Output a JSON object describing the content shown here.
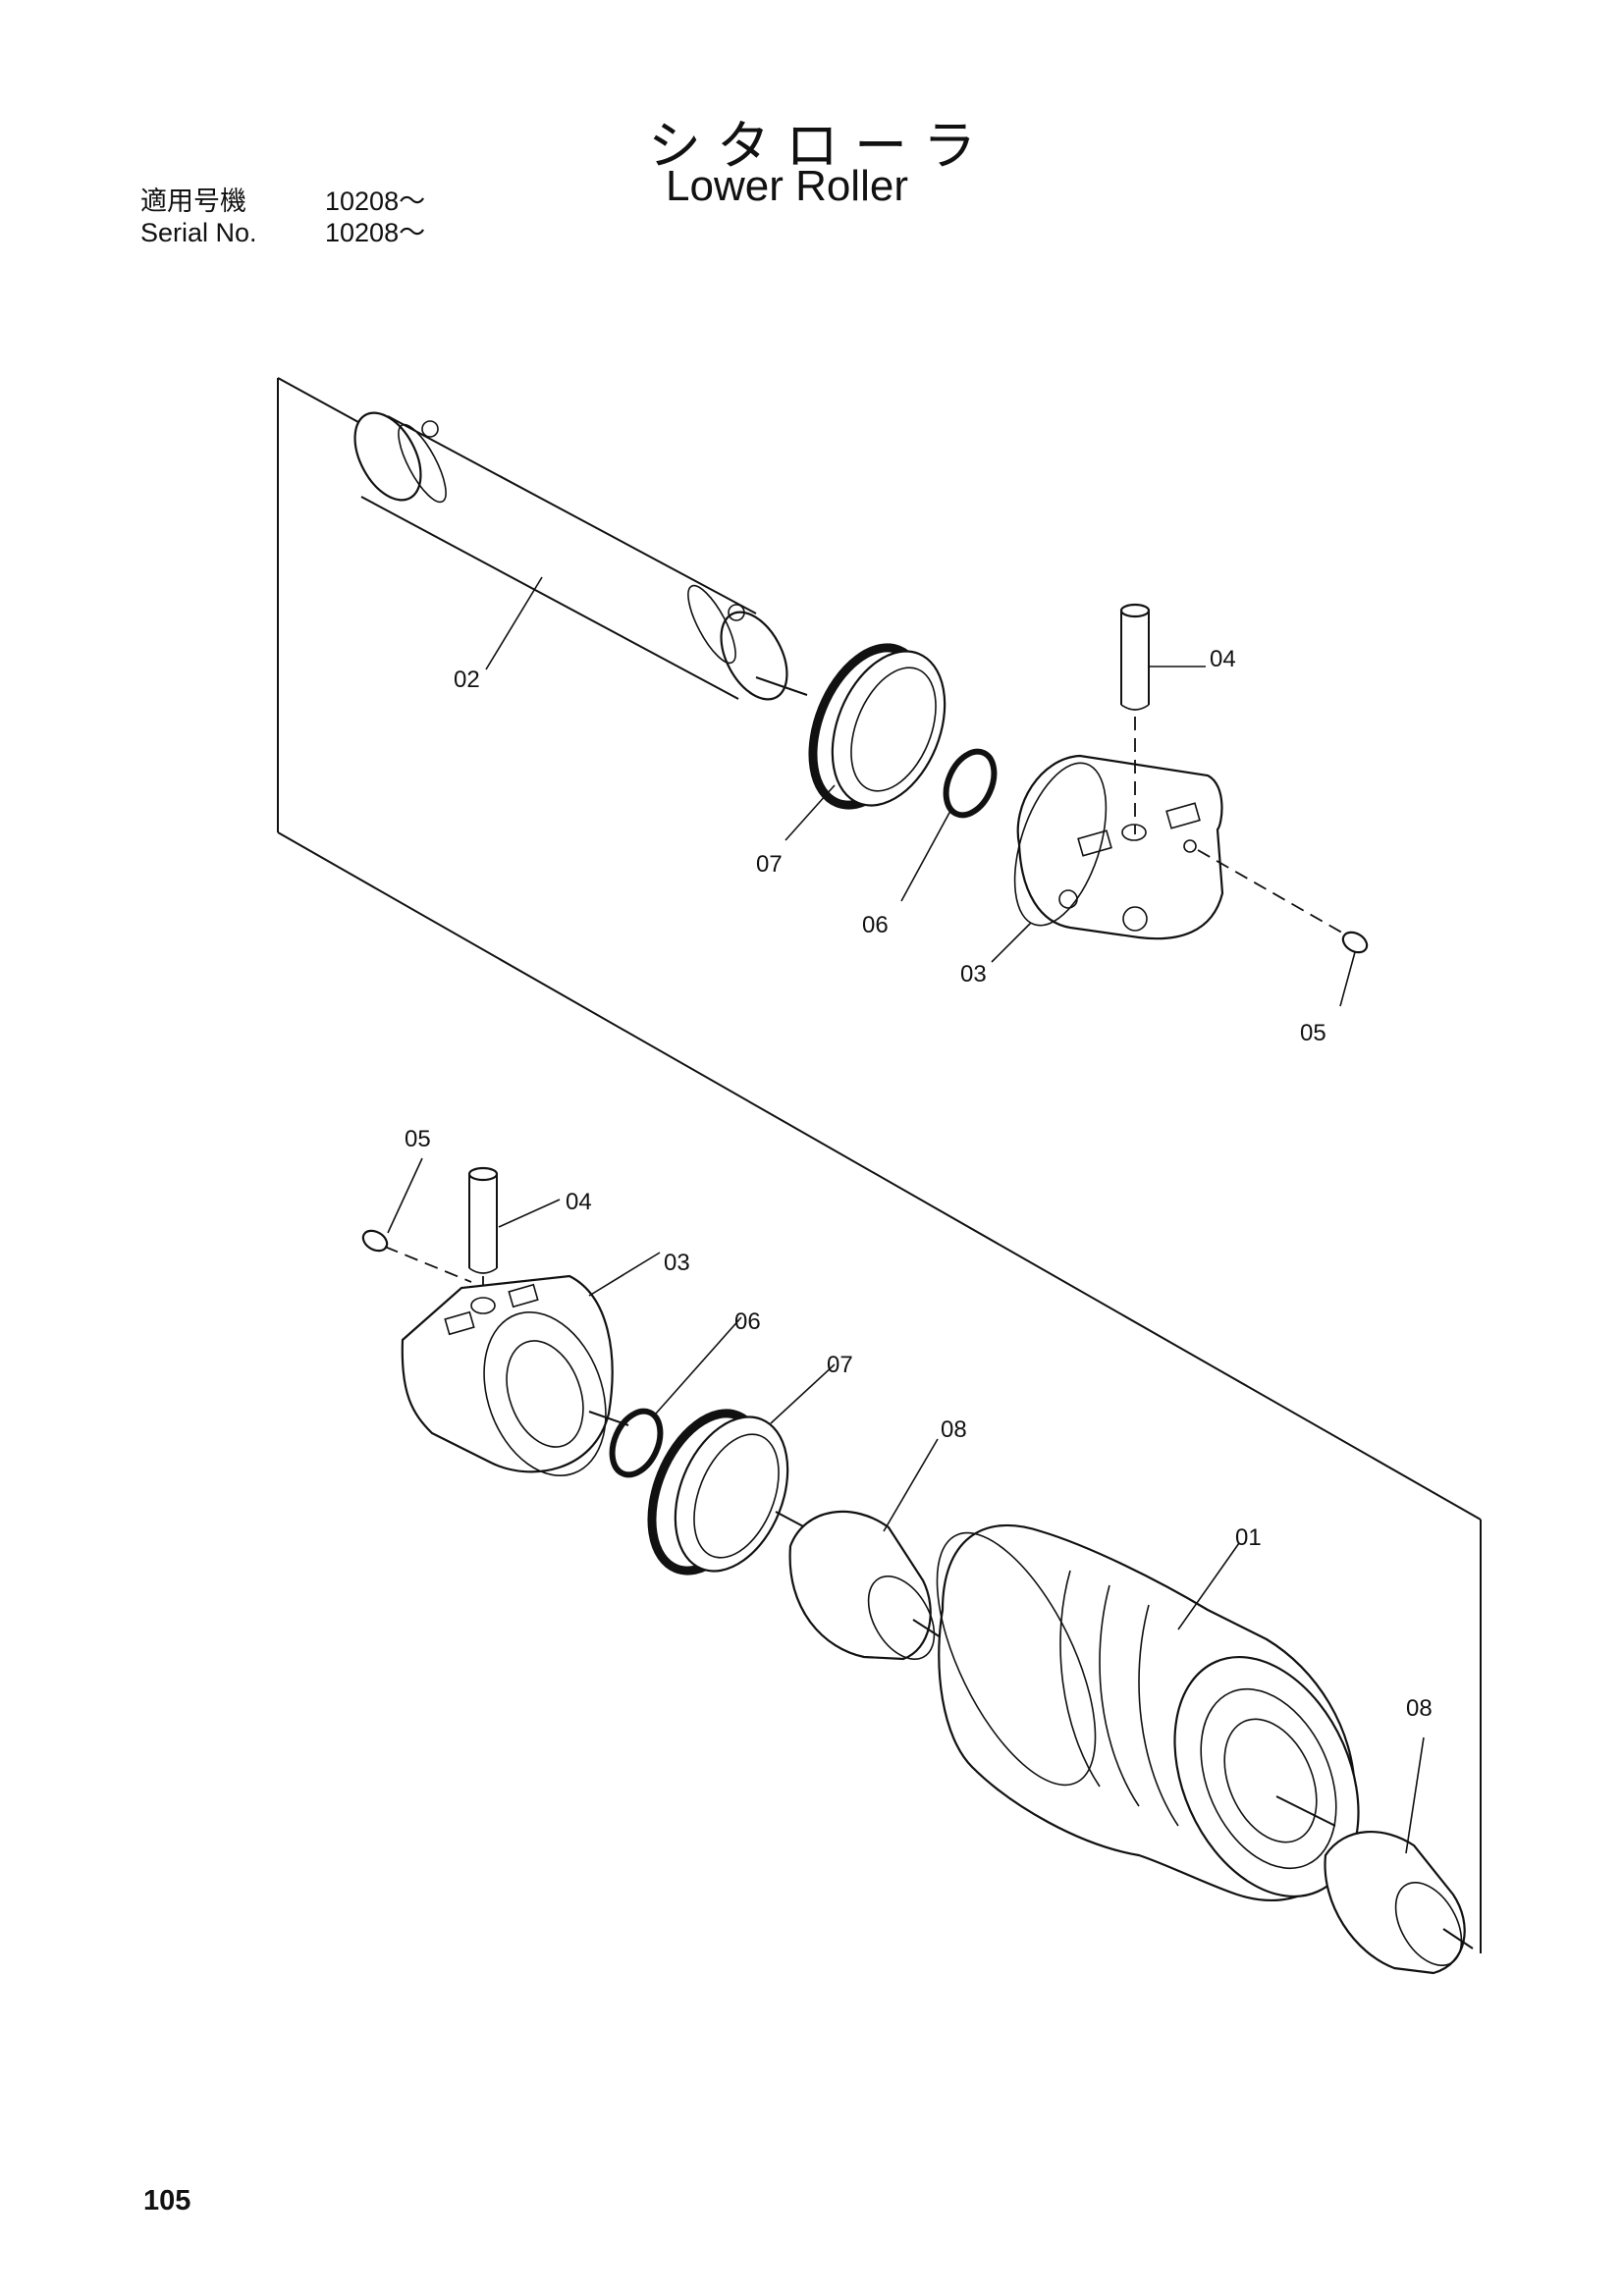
{
  "header": {
    "title_jp": "シタローラ",
    "title_en": "Lower Roller",
    "serial_label_jp": "適用号機",
    "serial_value_jp": "10208～",
    "serial_label_en": "Serial No.",
    "serial_value_en": "10208～"
  },
  "callouts": {
    "c01": "01",
    "c02": "02",
    "c03_top": "03",
    "c04_top": "04",
    "c05_top": "05",
    "c06_top": "06",
    "c07_top": "07",
    "c03_bottom": "03",
    "c04_bottom": "04",
    "c05_bottom": "05",
    "c06_bottom": "06",
    "c07_bottom": "07",
    "c08_left": "08",
    "c08_right": "08"
  },
  "footer": {
    "page_number": "105"
  }
}
